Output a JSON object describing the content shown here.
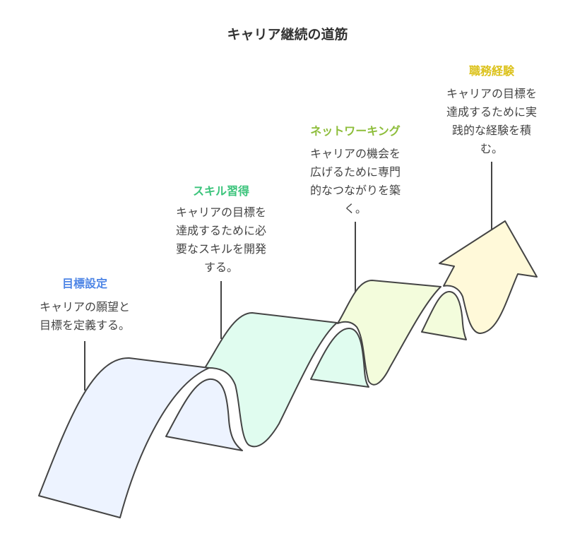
{
  "title": "キャリア継続の道筋",
  "colors": {
    "stroke": "#444444",
    "blue": "#4f86e6",
    "green": "#3cc47c",
    "lime": "#8dbd3a",
    "yellow": "#dcc21c",
    "fill_blue": "#edf3ff",
    "fill_green": "#e0fcef",
    "fill_lime": "#f3fcdc",
    "fill_yellow": "#fff9d9"
  },
  "steps": [
    {
      "label": "目標設定",
      "desc": [
        "キャリアの願望と",
        "目標を定義する。"
      ]
    },
    {
      "label": "スキル習得",
      "desc": [
        "キャリアの目標を",
        "達成するために必",
        "要なスキルを開発",
        "する。"
      ]
    },
    {
      "label": "ネットワーキング",
      "desc": [
        "キャリアの機会を",
        "広げるために専門",
        "的なつながりを築",
        "く。"
      ]
    },
    {
      "label": "職務経験",
      "desc": [
        "キャリアの目標を",
        "達成するために実",
        "践的な経験を積",
        "む。"
      ]
    }
  ]
}
